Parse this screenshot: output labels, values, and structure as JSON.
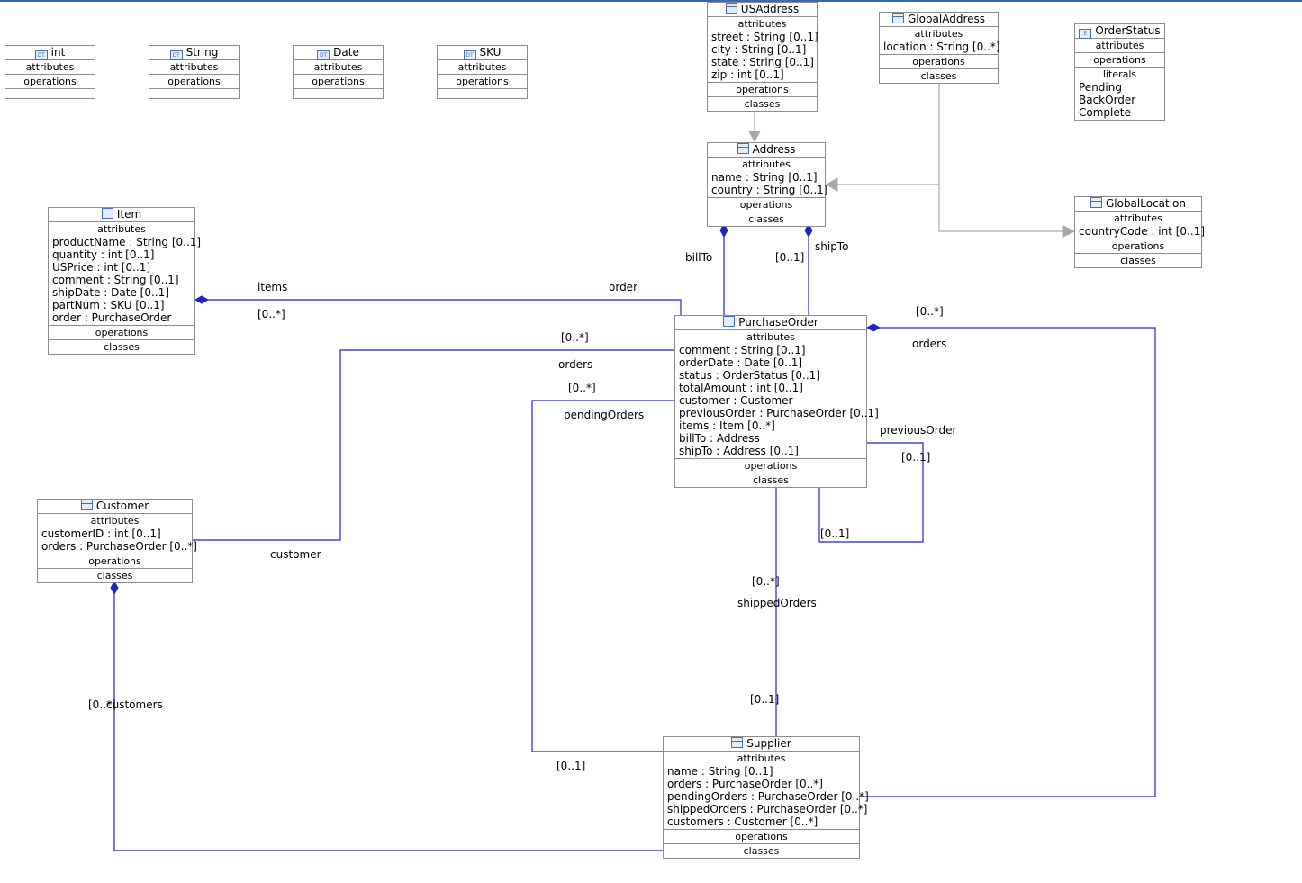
{
  "classes": {
    "int": {
      "name": "int",
      "icon": "datatype-icon",
      "sections": [
        "attributes",
        "operations"
      ]
    },
    "string": {
      "name": "String",
      "icon": "datatype-icon",
      "sections": [
        "attributes",
        "operations"
      ]
    },
    "date": {
      "name": "Date",
      "icon": "datatype-icon",
      "sections": [
        "attributes",
        "operations"
      ]
    },
    "sku": {
      "name": "SKU",
      "icon": "datatype-icon",
      "sections": [
        "attributes",
        "operations"
      ]
    },
    "us_address": {
      "name": "USAddress",
      "attributes_label": "attributes",
      "attributes": [
        "street : String [0..1]",
        "city : String [0..1]",
        "state : String [0..1]",
        "zip : int [0..1]"
      ],
      "operations_label": "operations",
      "classes_label": "classes"
    },
    "global_address": {
      "name": "GlobalAddress",
      "attributes_label": "attributes",
      "attributes": [
        "location : String [0..*]"
      ],
      "operations_label": "operations",
      "classes_label": "classes"
    },
    "order_status": {
      "name": "OrderStatus",
      "icon": "enumeration-icon",
      "attributes_label": "attributes",
      "operations_label": "operations",
      "literals_label": "literals",
      "literals": [
        "Pending",
        "BackOrder",
        "Complete"
      ]
    },
    "address": {
      "name": "Address",
      "attributes_label": "attributes",
      "attributes": [
        "name : String [0..1]",
        "country : String [0..1]"
      ],
      "operations_label": "operations",
      "classes_label": "classes"
    },
    "global_location": {
      "name": "GlobalLocation",
      "attributes_label": "attributes",
      "attributes": [
        "countryCode : int [0..1]"
      ],
      "operations_label": "operations",
      "classes_label": "classes"
    },
    "item": {
      "name": "Item",
      "attributes_label": "attributes",
      "attributes": [
        "productName : String [0..1]",
        "quantity : int [0..1]",
        "USPrice : int [0..1]",
        "comment : String [0..1]",
        "shipDate : Date [0..1]",
        "partNum : SKU [0..1]",
        "order : PurchaseOrder"
      ],
      "operations_label": "operations",
      "classes_label": "classes"
    },
    "purchase_order": {
      "name": "PurchaseOrder",
      "attributes_label": "attributes",
      "attributes": [
        "comment : String [0..1]",
        "orderDate : Date [0..1]",
        "status : OrderStatus [0..1]",
        "totalAmount : int [0..1]",
        "customer : Customer",
        "previousOrder : PurchaseOrder [0..1]",
        "items : Item [0..*]",
        "billTo : Address",
        "shipTo : Address [0..1]"
      ],
      "operations_label": "operations",
      "classes_label": "classes"
    },
    "customer": {
      "name": "Customer",
      "attributes_label": "attributes",
      "attributes": [
        "customerID : int [0..1]",
        "orders : PurchaseOrder [0..*]"
      ],
      "operations_label": "operations",
      "classes_label": "classes"
    },
    "supplier": {
      "name": "Supplier",
      "attributes_label": "attributes",
      "attributes": [
        "name : String [0..1]",
        "orders : PurchaseOrder [0..*]",
        "pendingOrders : PurchaseOrder [0..*]",
        "shippedOrders : PurchaseOrder [0..*]",
        "customers : Customer [0..*]"
      ],
      "operations_label": "operations",
      "classes_label": "classes"
    }
  },
  "labels": {
    "items": "items",
    "items_mult": "[0..*]",
    "order": "order",
    "bill_to": "billTo",
    "ship_to": "shipTo",
    "ship_to_mult": "[0..1]",
    "orders_customer_mult": "[0..*]",
    "orders_customer": "orders",
    "customer": "customer",
    "pending_mult": "[0..*]",
    "pending_orders": "pendingOrders",
    "pending_supplier_mult": "[0..1]",
    "orders_supplier_mult": "[0..*]",
    "orders_supplier": "orders",
    "previous_order": "previousOrder",
    "previous_mult_a": "[0..1]",
    "previous_mult_b": "[0..1]",
    "shipped_mult": "[0..*]",
    "shipped_orders": "shippedOrders",
    "shipped_supplier_mult": "[0..1]",
    "customers_mult": "[0..*]",
    "customers": "customers"
  },
  "colors": {
    "association": "#2222cc",
    "generalization": "#a8a8a8",
    "border": "#8c8c8c",
    "top_bar": "#3a68b3"
  }
}
